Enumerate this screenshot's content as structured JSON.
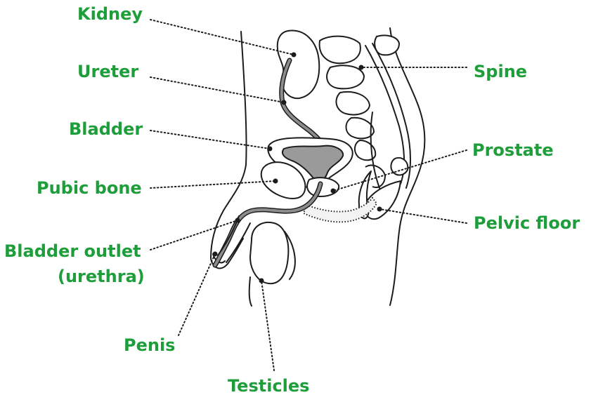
{
  "colors": {
    "label": "#1e9e3a",
    "line": "#1c1c1c",
    "fill_dark": "#9a9a9a",
    "fill_tube": "#8c8c8c"
  },
  "labels": {
    "kidney": "Kidney",
    "ureter": "Ureter",
    "bladder": "Bladder",
    "pubic_bone": "Pubic bone",
    "bladder_outlet_line1": "Bladder outlet",
    "bladder_outlet_line2": "(urethra)",
    "penis": "Penis",
    "testicles": "Testicles",
    "spine": "Spine",
    "prostate": "Prostate",
    "pelvic_floor": "Pelvic floor"
  }
}
